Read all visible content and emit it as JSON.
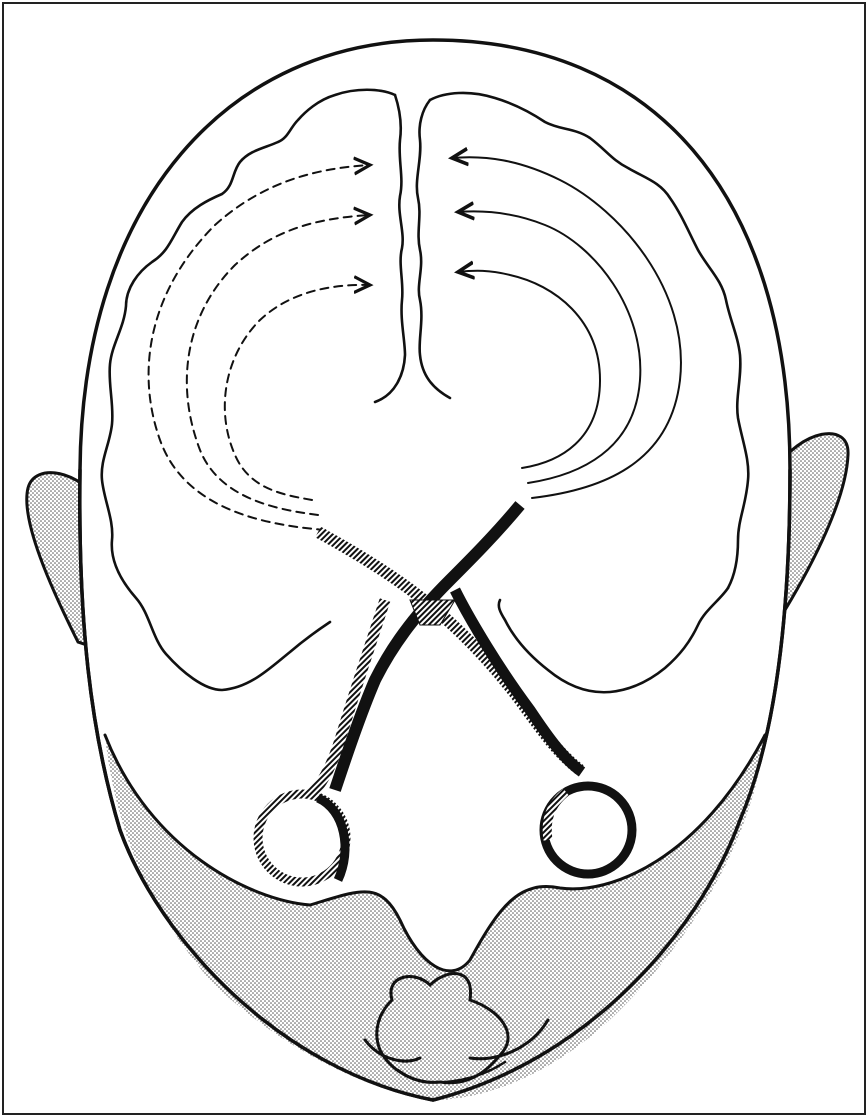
{
  "figure": {
    "description_visible_text": "",
    "colors": {
      "ink": "#111111",
      "paper": "#ffffff",
      "skin_shading": "#c9c9c9",
      "border": "#222222"
    },
    "elements": {
      "left_hemisphere": "left-hemisphere",
      "right_hemisphere": "right-hemisphere",
      "left_eye": "left-eye",
      "right_eye": "right-eye",
      "dashed_pathway": "dashed-visual-pathway",
      "solid_pathway": "solid-visual-pathway",
      "optic_chiasm": "optic-chiasm",
      "nose": "nose",
      "ears": "ears"
    }
  }
}
